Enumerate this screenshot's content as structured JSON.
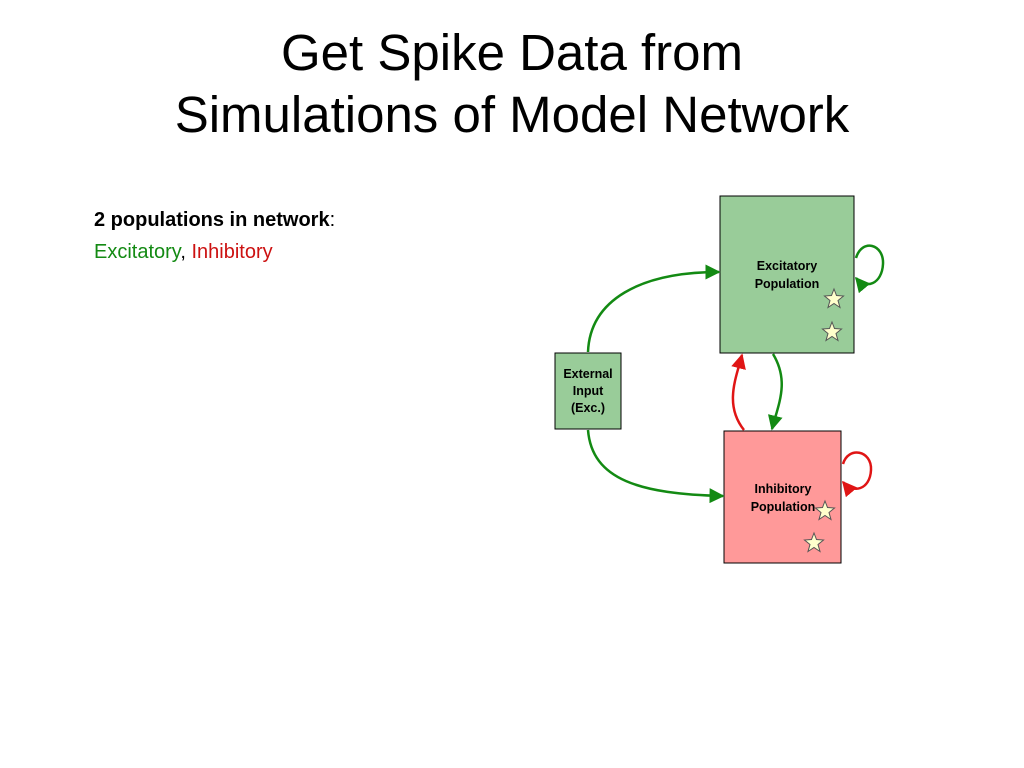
{
  "slide": {
    "title_line1": "Get Spike Data from",
    "title_line2": "Simulations of Model Network"
  },
  "intro": {
    "bold_text": "2 populations in network",
    "colon": ":",
    "excitatory": "Excitatory",
    "comma": ",",
    "inhibitory": "Inhibitory"
  },
  "diagram": {
    "external": {
      "line1": "External",
      "line2": "Input",
      "line3": "(Exc.)",
      "color": "#99cc99"
    },
    "excitatory": {
      "line1": "Excitatory",
      "line2": "Population",
      "color": "#99cc99"
    },
    "inhibitory": {
      "line1": "Inhibitory",
      "line2": "Population",
      "color": "#ff9999"
    },
    "colors": {
      "excitatory_arrow": "#138a13",
      "inhibitory_arrow": "#e01515",
      "star_fill": "#ffffcc"
    },
    "icons": [
      "star-icon",
      "arrow-icon",
      "self-loop-icon"
    ]
  }
}
